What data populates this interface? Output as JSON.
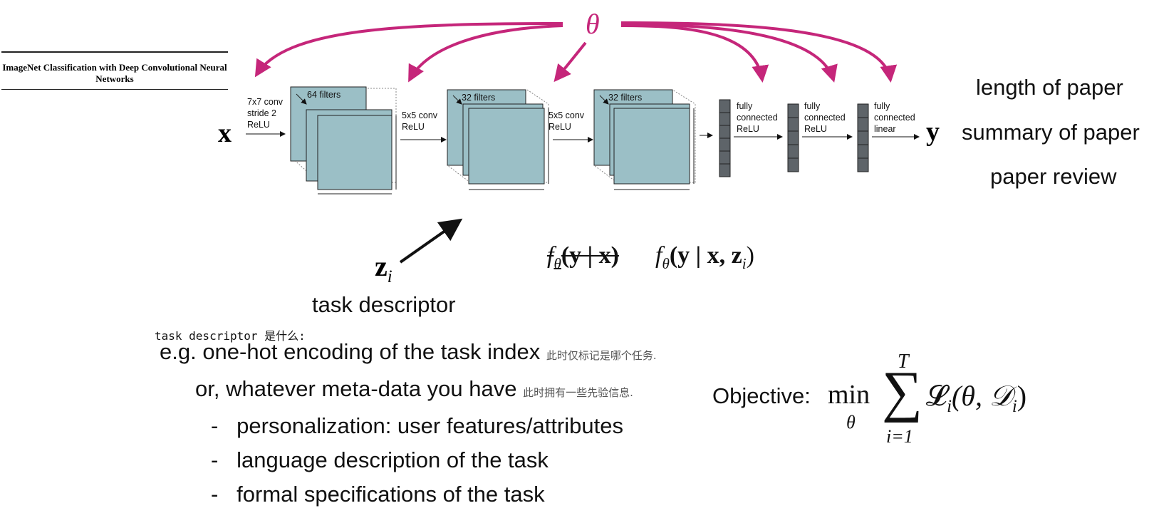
{
  "paper_title": "ImageNet Classification with Deep Convolutional Neural Networks",
  "theta_symbol": "θ",
  "input_symbol": "x",
  "output_symbol": "y",
  "layers": {
    "conv1_text": "7x7 conv\nstride 2\nReLU",
    "conv1_filters": "64 filters",
    "conv2_text": "5x5 conv\nReLU",
    "conv2_filters": "32 filters",
    "conv3_text": "5x5 conv\nReLU",
    "conv3_filters": "32 filters",
    "fc1_text": "fully\nconnected\nReLU",
    "fc2_text": "fully\nconnected\nReLU",
    "fc3_text": "fully\nconnected\nlinear"
  },
  "outputs": [
    "length of paper",
    "summary of paper",
    "paper review"
  ],
  "z_symbol": "z",
  "z_subscript": "i",
  "task_descriptor_label": "task descriptor",
  "formula": {
    "f": "f",
    "sub": "θ",
    "old_args": "(y | x)",
    "new_args_prefix": "(y | x, z",
    "new_args_sub": "i",
    "new_args_suffix": ")"
  },
  "question": "task descriptor 是什么:",
  "lines": {
    "example1": "e.g. one-hot encoding of the task index",
    "example1_note": "此时仅标记是哪个任务.",
    "example2": "or, whatever meta-data you have",
    "example2_note": "此时拥有一些先验信息."
  },
  "bullets": [
    "personalization: user features/attributes",
    "language description of the task",
    "formal specifications of the task"
  ],
  "objective": {
    "label": "Objective:",
    "min": "min",
    "min_sub": "θ",
    "sum_top": "T",
    "sum_bottom": "i=1",
    "loss": "𝓛",
    "loss_sub": "i",
    "args_prefix": "(θ, 𝒟",
    "args_sub": "i",
    "args_suffix": ")"
  },
  "colors": {
    "accent": "#c5267a",
    "block": "#9bbfc6",
    "fc": "#5e6469"
  }
}
